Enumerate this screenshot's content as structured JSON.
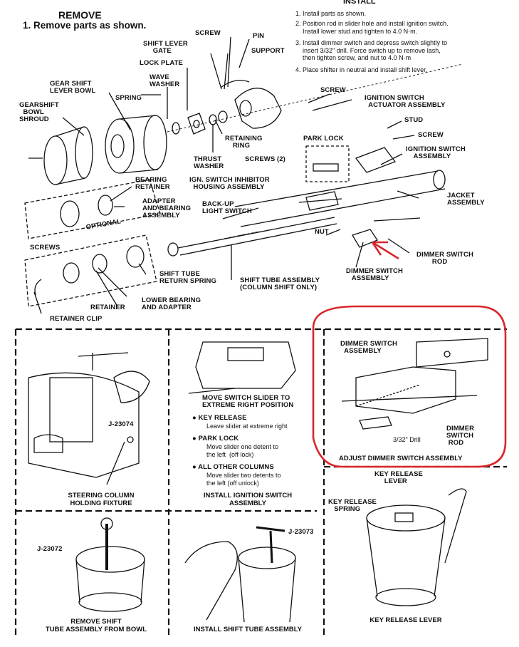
{
  "remove": {
    "title": "REMOVE",
    "step": "1. Remove parts as shown."
  },
  "install": {
    "title": "INSTALL",
    "steps": [
      "1. Install parts as shown.",
      "2. Position rod in slider hole and install ignition switch.\n    Install lower stud and tighten to 4.0 N·m.",
      "3. Install dimmer switch and depress switch slightly to\n    insert 3/32\" drill. Force switch up to remove lash,\n    then tighten screw, and nut to 4.0 N·m",
      "4. Place shifter in neutral and install shift lever."
    ]
  },
  "labels": {
    "screw_top": "SCREW",
    "pin": "PIN",
    "shift_lever_gate": "SHIFT LEVER\n     GATE",
    "support": "SUPPORT",
    "lock_plate": "LOCK PLATE",
    "gear_shift_lever_bowl": "GEAR SHIFT\nLEVER BOWL",
    "wave_washer": "WAVE\nWASHER",
    "spring": "SPRING",
    "gearshift_bowl_shroud": "GEARSHIFT\n  BOWL\nSHROUD",
    "screw_mid": "SCREW",
    "ignition_switch_actuator": "IGNITION SWITCH\n  ACTUATOR ASSEMBLY",
    "retaining_ring": "RETAINING\n    RING",
    "thrust_washer": "THRUST\nWASHER",
    "park_lock": "PARK LOCK",
    "screws_2": "SCREWS (2)",
    "stud": "STUD",
    "screw_right": "SCREW",
    "ignition_switch_assembly": "IGNITION SWITCH\n    ASSEMBLY",
    "bearing_retainer": "BEARING\nRETAINER",
    "ign_inhibitor": "IGN. SWITCH INHIBITOR\n  HOUSING ASSEMBLY",
    "adapter_bearing": "ADAPTER\nAND BEARING\nASSEMBLY",
    "jacket_assembly": "JACKET\nASSEMBLY",
    "backup_light_switch": "BACK-UP\nLIGHT SWITCH",
    "optional": "OPTIONAL",
    "screws": "SCREWS",
    "nut": "NUT",
    "dimmer_switch_rod": "DIMMER SWITCH\n        ROD",
    "dimmer_switch_assembly": "DIMMER SWITCH\n   ASSEMBLY",
    "shift_tube_return_spring": "SHIFT TUBE\nRETURN SPRING",
    "shift_tube_assembly": "SHIFT TUBE ASSEMBLY\n(COLUMN SHIFT ONLY)",
    "retainer": "RETAINER",
    "lower_bearing_adapter": "LOWER BEARING\nAND ADAPTER",
    "retainer_clip": "RETAINER CLIP"
  },
  "panels": {
    "fixture": {
      "tool": "J-23074",
      "caption": "STEERING COLUMN\nHOLDING FIXTURE"
    },
    "ignition": {
      "slider_label": "MOVE SWITCH SLIDER TO\nEXTREME RIGHT POSITION",
      "items": [
        {
          "title": "● KEY RELEASE",
          "desc": "Leave slider at extreme right"
        },
        {
          "title": "● PARK LOCK",
          "desc": "Move slider one detent to\nthe left  (off lock)"
        },
        {
          "title": "● ALL OTHER COLUMNS",
          "desc": "Move slider two detents to\nthe left (off unlock)"
        }
      ],
      "caption": "INSTALL IGNITION SWITCH\nASSEMBLY"
    },
    "dimmer": {
      "assembly_label": "DIMMER SWITCH\n  ASSEMBLY",
      "drill_label": "3/32\" Drill",
      "rod_label": "DIMMER\nSWITCH\n ROD",
      "caption": "ADJUST DIMMER SWITCH ASSEMBLY"
    },
    "key_release": {
      "lever_label": "KEY RELEASE\n     LEVER",
      "spring_label": "KEY RELEASE\n   SPRING",
      "caption": "KEY RELEASE LEVER"
    },
    "remove_shift": {
      "tool": "J-23072",
      "caption": "REMOVE SHIFT\nTUBE ASSEMBLY FROM BOWL"
    },
    "install_shift": {
      "tool": "J-23073",
      "caption": "INSTALL SHIFT TUBE ASSEMBLY"
    }
  },
  "colors": {
    "ink": "#111111",
    "highlight": "#d9262b"
  }
}
